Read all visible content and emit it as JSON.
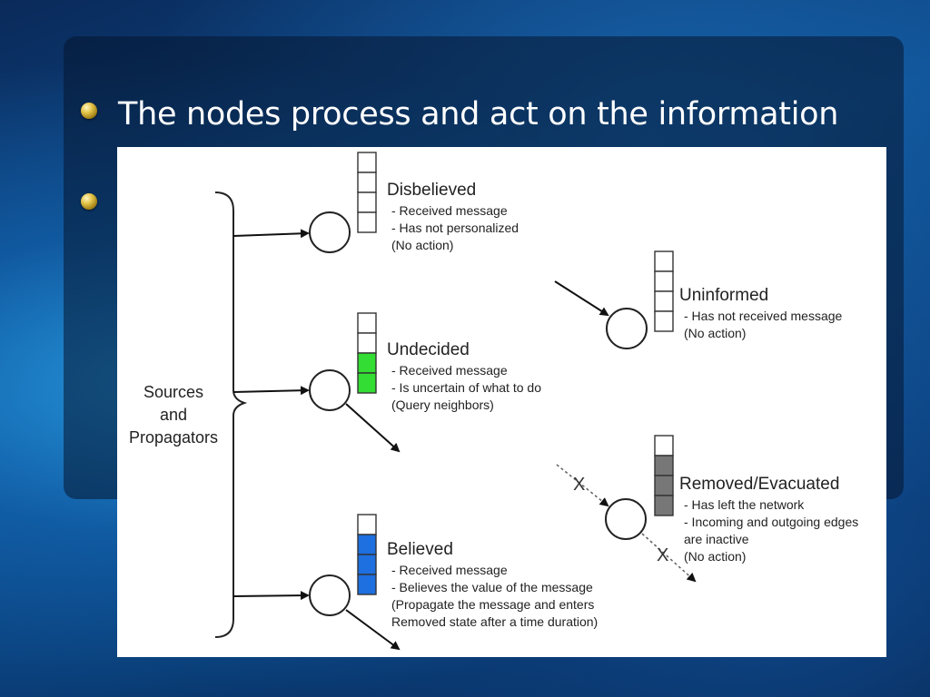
{
  "slide": {
    "title": "The nodes process and act on the information"
  },
  "figure": {
    "side_label": [
      "Sources",
      "and",
      "Propagators"
    ],
    "states": [
      {
        "id": "disbelieved",
        "title": "Disbelieved",
        "lines": [
          "- Received message",
          "- Has not personalized",
          "(No action)"
        ],
        "fill_color": "#ffffff",
        "fill_cells": 0
      },
      {
        "id": "undecided",
        "title": "Undecided",
        "lines": [
          "- Received message",
          "- Is uncertain of what to do",
          "(Query neighbors)"
        ],
        "fill_color": "#33dd33",
        "fill_cells": 2
      },
      {
        "id": "believed",
        "title": "Believed",
        "lines": [
          "- Received message",
          "- Believes the value of the message",
          "(Propagate the message and enters",
          "Removed state after a time duration)"
        ],
        "fill_color": "#1e6fe0",
        "fill_cells": 3
      },
      {
        "id": "uninformed",
        "title": "Uninformed",
        "lines": [
          "- Has not received message",
          "(No action)"
        ],
        "fill_color": "#ffffff",
        "fill_cells": 0
      },
      {
        "id": "removed",
        "title": "Removed/Evacuated",
        "lines": [
          "- Has left the network",
          "- Incoming and outgoing edges",
          "are inactive",
          "(No action)"
        ],
        "fill_color": "#777777",
        "fill_cells": 3
      }
    ],
    "x_marks": [
      "X",
      "X"
    ]
  },
  "colors": {
    "bullet": "#e3c44a",
    "text": "#ffffff"
  }
}
